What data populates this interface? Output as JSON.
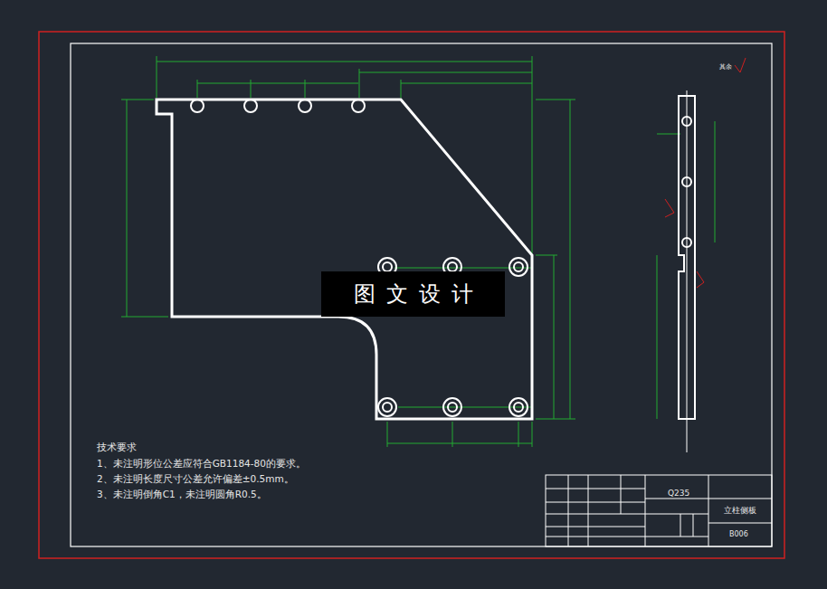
{
  "diagram": {
    "labels": [
      "技术要求",
      "1、未注明形位公差应符合GB1184-80的要求。",
      "2、未注明长度尺寸公差允许偏差±0.5mm。",
      "3、未注明倒角C1，未注明圆角R0.5。",
      "图文设计",
      "Q235",
      "立柱侧板",
      "B006",
      "其余"
    ]
  }
}
